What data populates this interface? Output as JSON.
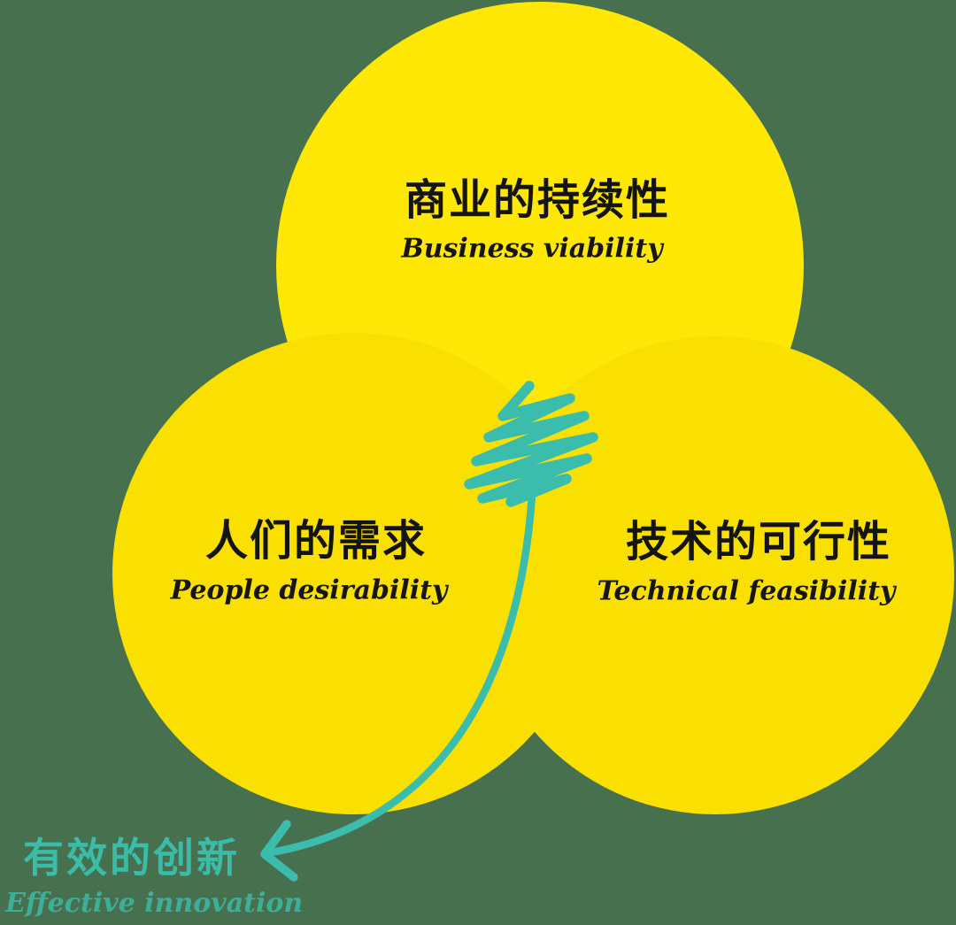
{
  "diagram": {
    "type": "venn",
    "title_implied": "Effective innovation venn diagram",
    "colors": {
      "background": "#47704F",
      "circle_top_fill": "#FFE806",
      "circle_bottom_fill": "#FAE000",
      "accent_teal": "#3BBDAD",
      "text_black": "#141414",
      "result_teal": "#3BBCA8"
    },
    "circles": [
      {
        "id": "business",
        "label_zh": "商业的持续性",
        "label_en": "Business viability"
      },
      {
        "id": "people",
        "label_zh": "人们的需求",
        "label_en": "People desirability"
      },
      {
        "id": "technology",
        "label_zh": "技术的可行性",
        "label_en": "Technical feasibility"
      }
    ],
    "result": {
      "label_zh": "有效的创新",
      "label_en": "Effective innovation"
    }
  }
}
